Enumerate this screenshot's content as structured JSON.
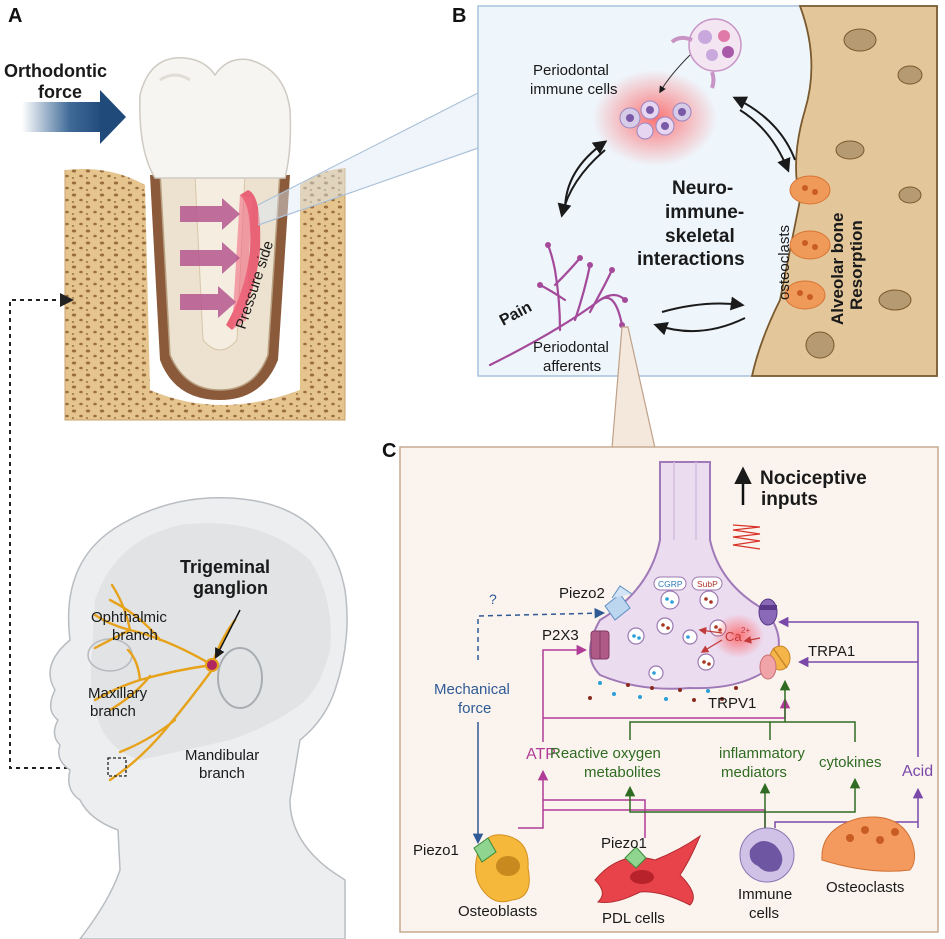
{
  "panels": {
    "a": "A",
    "b": "B",
    "c": "C"
  },
  "panel_a": {
    "force_label_1": "Orthodontic",
    "force_label_2": "force",
    "pressure_side": "Pressure side",
    "ganglion_1": "Trigeminal",
    "ganglion_2": "ganglion",
    "ophthalmic_1": "Ophthalmic",
    "ophthalmic_2": "branch",
    "maxillary_1": "Maxillary",
    "maxillary_2": "branch",
    "mandibular_1": "Mandibular",
    "mandibular_2": "branch"
  },
  "panel_b": {
    "immune_1": "Periodontal",
    "immune_2": "immune cells",
    "center_1": "Neuro-",
    "center_2": "immune-",
    "center_3": "skeletal",
    "center_4": "interactions",
    "osteoclasts": "osteoclasts",
    "resorption_1": "Alveolar bone",
    "resorption_2": "Resorption",
    "pain": "Pain",
    "afferents_1": "Periodontal",
    "afferents_2": "afferents"
  },
  "panel_c": {
    "nociceptive_1": "Nociceptive",
    "nociceptive_2": "inputs",
    "piezo2": "Piezo2",
    "question": "?",
    "p2x3": "P2X3",
    "cgrp": "CGRP",
    "subp": "SubP",
    "ca": "Ca",
    "ca_sup": "2+",
    "trpa1": "TRPA1",
    "trpv1": "TRPV1",
    "mech_1": "Mechanical",
    "mech_2": "force",
    "atp": "ATP",
    "ros_1": "Reactive oxygen",
    "ros_2": "metabolites",
    "inflam_1": "inflammatory",
    "inflam_2": "mediators",
    "cytokines": "cytokines",
    "acid": "Acid",
    "piezo1_a": "Piezo1",
    "piezo1_b": "Piezo1",
    "osteoblasts": "Osteoblasts",
    "pdl": "PDL cells",
    "immune_1": "Immune",
    "immune_2": "cells",
    "osteoclasts": "Osteoclasts"
  },
  "colors": {
    "blue": "#2f5a95",
    "magenta": "#b03c97",
    "green": "#2f6b22",
    "purple": "#7a48a8",
    "nerve": "#e6a21a",
    "bone": "#e6c28a"
  }
}
